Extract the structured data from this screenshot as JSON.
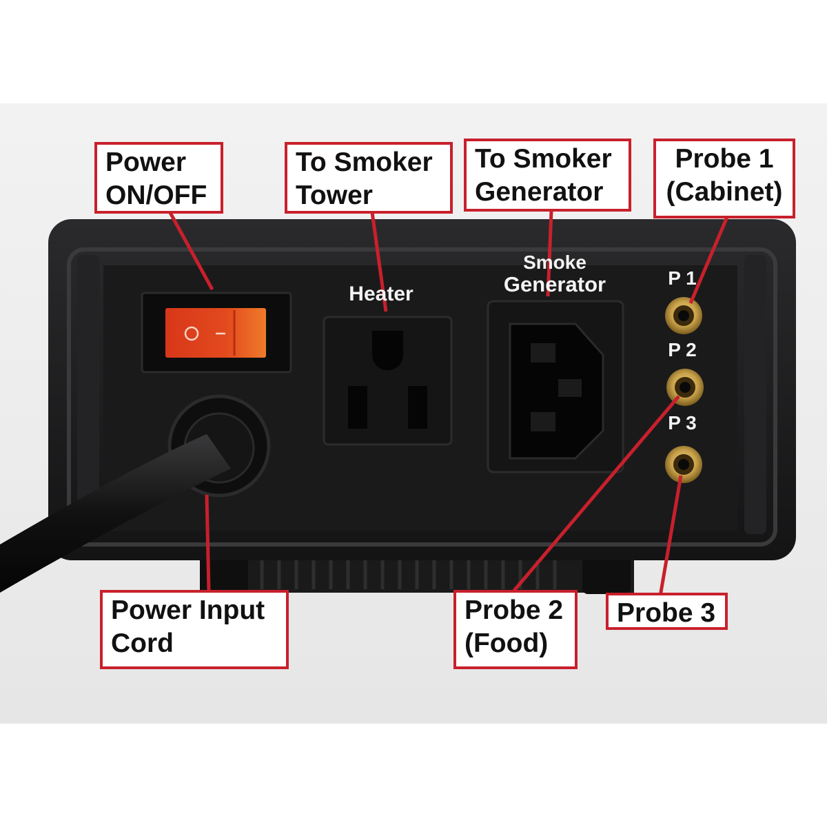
{
  "panel": {
    "heater_label": "Heater",
    "smoke_label_line1": "Smoke",
    "smoke_label_line2": "Generator",
    "probe_labels": [
      "P 1",
      "P 2",
      "P 3"
    ]
  },
  "callouts": {
    "power_switch": [
      "Power",
      "ON/OFF"
    ],
    "smoker_tower": [
      "To Smoker",
      "Tower"
    ],
    "smoker_generator": [
      "To Smoker",
      "Generator"
    ],
    "probe1": [
      "Probe 1",
      "(Cabinet)"
    ],
    "power_cord": [
      "Power Input",
      "Cord"
    ],
    "probe2": [
      "Probe 2",
      "(Food)"
    ],
    "probe3": [
      "Probe 3"
    ]
  },
  "colors": {
    "callout_red": "#c8202c",
    "rocker_orange": "#e0401c",
    "body_black": "#1c1c1e",
    "brass": "#c9a24a"
  }
}
